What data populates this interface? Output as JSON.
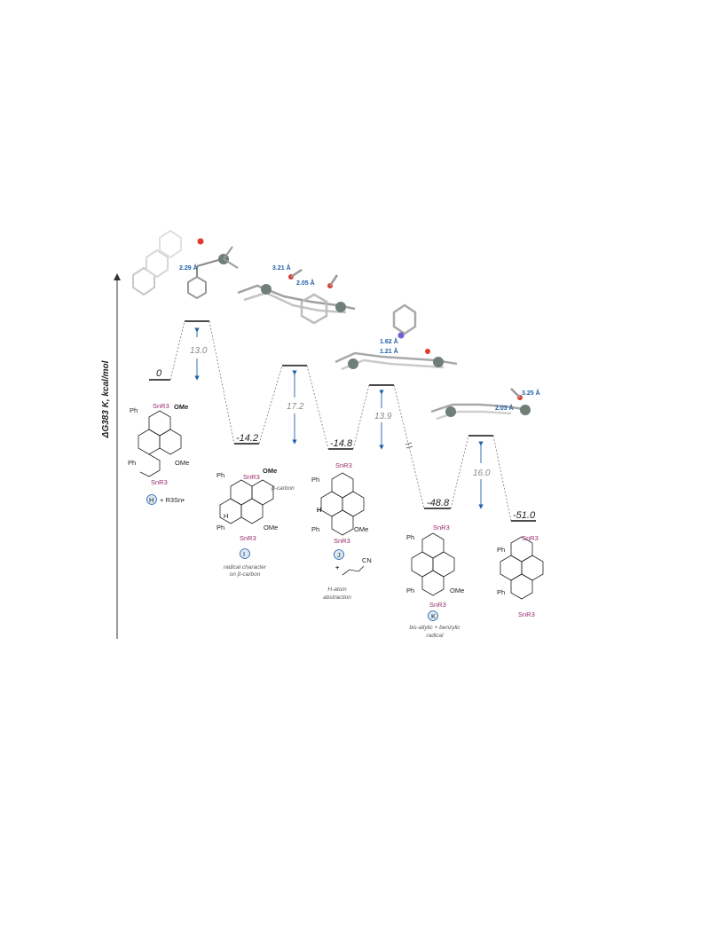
{
  "axis": {
    "label": "ΔG383 K, kcal/mol"
  },
  "levels": [
    {
      "label": "0"
    },
    {
      "label": "-14.2"
    },
    {
      "label": "-14.8"
    },
    {
      "label": "-48.8"
    },
    {
      "label": "-51.0"
    }
  ],
  "barriers": [
    {
      "label": "13.0"
    },
    {
      "label": "17.2"
    },
    {
      "label": "13.9"
    },
    {
      "label": "16.0"
    }
  ],
  "distances": [
    "2.29 Å",
    "3.21 Å",
    "2.05 Å",
    "1.62 Å",
    "1.21 Å",
    "3.25 Å",
    "2.03 Å"
  ],
  "structures": {
    "H": {
      "badge": "H",
      "sn_top": "SnR3",
      "sn_bottom": "SnR3",
      "ome1": "OMe",
      "ome2": "OMe",
      "ph1": "Ph",
      "ph2": "Ph",
      "reagent": "+ R3Sn•"
    },
    "I": {
      "badge": "I",
      "sn_top": "SnR3",
      "sn_bottom": "SnR3",
      "ome1": "OMe",
      "ome2": "OMe",
      "ph1": "Ph",
      "ph2": "Ph",
      "beta": "β-carbon",
      "h": "H",
      "caption1": "radical character",
      "caption2": "on β-carbon"
    },
    "J": {
      "badge": "J",
      "sn_top": "SnR3",
      "sn_bottom": "SnR3",
      "ome": "OMe",
      "ph1": "Ph",
      "ph2": "Ph",
      "h": "H",
      "plus": "+",
      "cn": "CN",
      "caption1": "H-atom",
      "caption2": "abstraction"
    },
    "K": {
      "badge": "K",
      "sn_top": "SnR3",
      "sn_bottom": "SnR3",
      "ome": "OMe",
      "ph1": "Ph",
      "ph2": "Ph",
      "caption1": "bis-allylic + benzylic",
      "caption2": "radical"
    },
    "P": {
      "sn_top": "SnR3",
      "sn_bottom": "SnR3",
      "ph1": "Ph",
      "ph2": "Ph"
    }
  },
  "colors": {
    "accent": "#1f5fa8",
    "tin": "#9a2b6b",
    "connector": "#777777"
  }
}
